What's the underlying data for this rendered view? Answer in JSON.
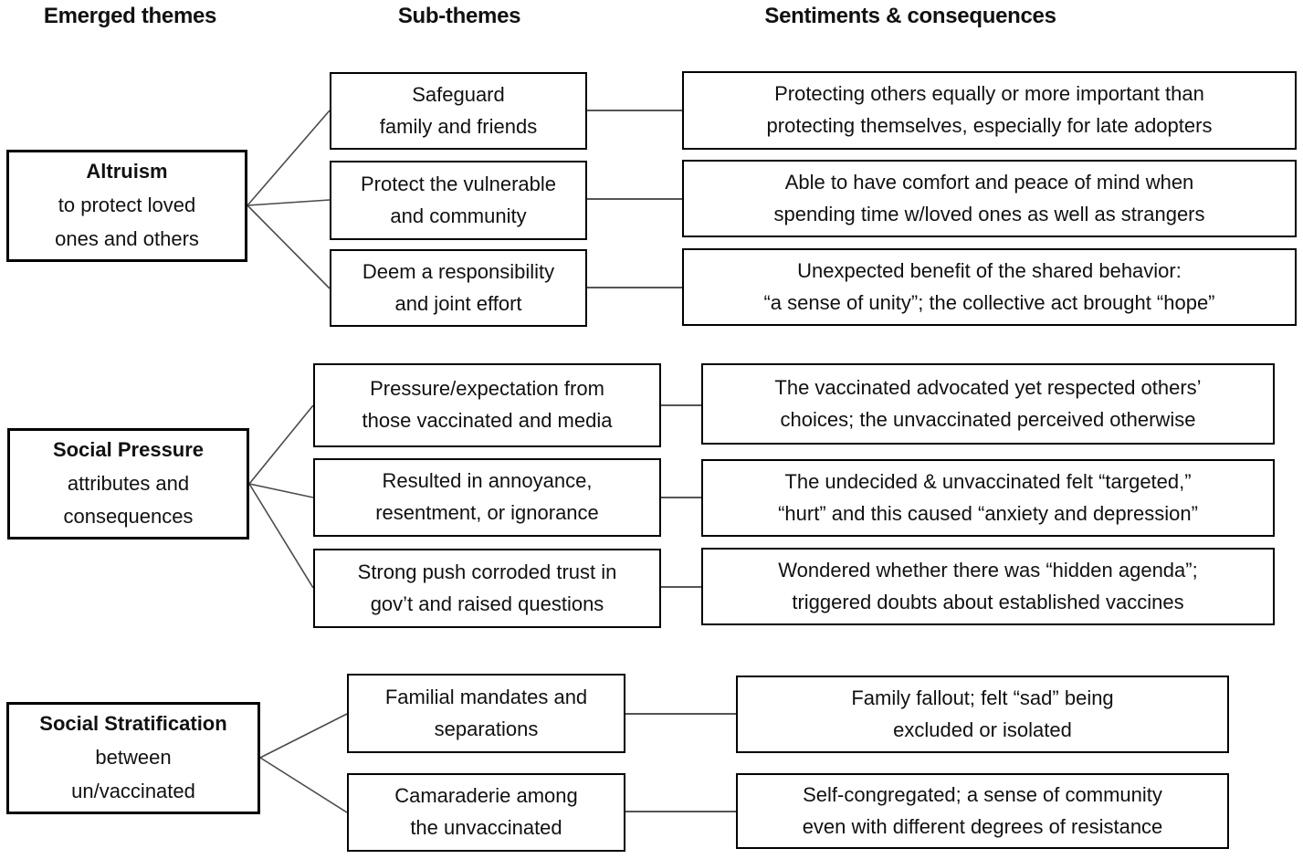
{
  "headers": {
    "emerged_themes": "Emerged themes",
    "sub_themes": "Sub-themes",
    "sentiments": "Sentiments & consequences"
  },
  "groups": [
    {
      "theme": {
        "title": "Altruism",
        "subtitle": "to protect loved\nones and others"
      },
      "rows": [
        {
          "subtheme": "Safeguard\nfamily and friends",
          "sentiment": "Protecting others equally or more important than\nprotecting themselves, especially for late adopters"
        },
        {
          "subtheme": "Protect the vulnerable\nand community",
          "sentiment": "Able to have comfort and peace of mind when\nspending time w/loved ones as well as strangers"
        },
        {
          "subtheme": "Deem a responsibility\nand joint effort",
          "sentiment": "Unexpected benefit of the shared behavior:\n“a sense of unity”; the collective act brought “hope”"
        }
      ]
    },
    {
      "theme": {
        "title": "Social Pressure",
        "subtitle": "attributes and\nconsequences"
      },
      "rows": [
        {
          "subtheme": "Pressure/expectation from\nthose vaccinated and media",
          "sentiment": "The vaccinated advocated yet respected others’\nchoices; the unvaccinated perceived otherwise"
        },
        {
          "subtheme": "Resulted in annoyance,\nresentment, or ignorance",
          "sentiment": "The undecided & unvaccinated felt “targeted,”\n“hurt” and this caused “anxiety and depression”"
        },
        {
          "subtheme": "Strong push corroded trust in\ngov’t and raised questions",
          "sentiment": "Wondered whether there was “hidden agenda”;\ntriggered doubts about established vaccines"
        }
      ]
    },
    {
      "theme": {
        "title": "Social Stratification",
        "subtitle": "between\nun/vaccinated"
      },
      "rows": [
        {
          "subtheme": "Familial mandates and\nseparations",
          "sentiment": "Family fallout; felt “sad” being\nexcluded or isolated"
        },
        {
          "subtheme": "Camaraderie among\nthe unvaccinated",
          "sentiment": "Self-congregated; a sense of community\neven with different degrees of resistance"
        }
      ]
    }
  ],
  "colors": {
    "background": "#ffffff",
    "box_border": "#000000",
    "text": "#111111",
    "connector": "#4a4a4a"
  }
}
